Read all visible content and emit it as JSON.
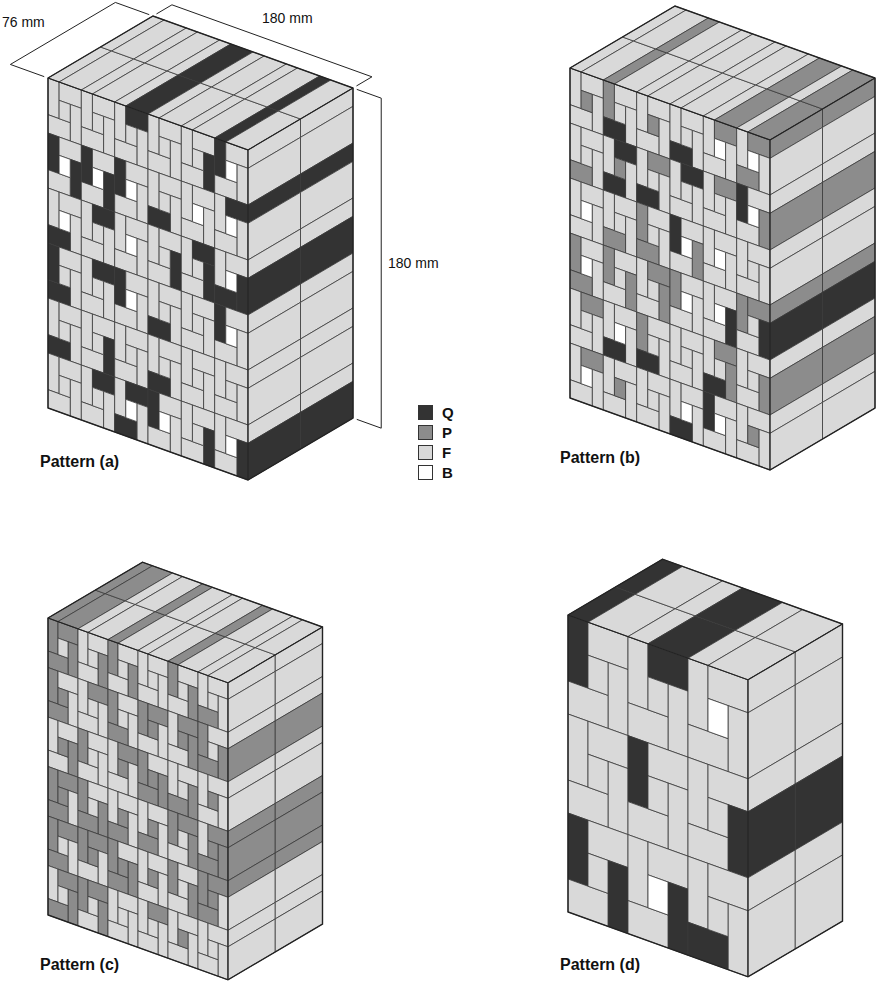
{
  "diagram": {
    "labels": [
      "76 mm",
      "180 mm",
      "180 mm",
      "Pattern (a)",
      "Pattern (b)",
      "Pattern (c)",
      "Pattern (d)"
    ],
    "legend": [
      {
        "text": "Q",
        "color": "#333333"
      },
      {
        "text": "P",
        "color": "#8c8c8c"
      },
      {
        "text": "F",
        "color": "#d9d9d9"
      },
      {
        "text": "B",
        "color": "#ffffff"
      }
    ]
  }
}
